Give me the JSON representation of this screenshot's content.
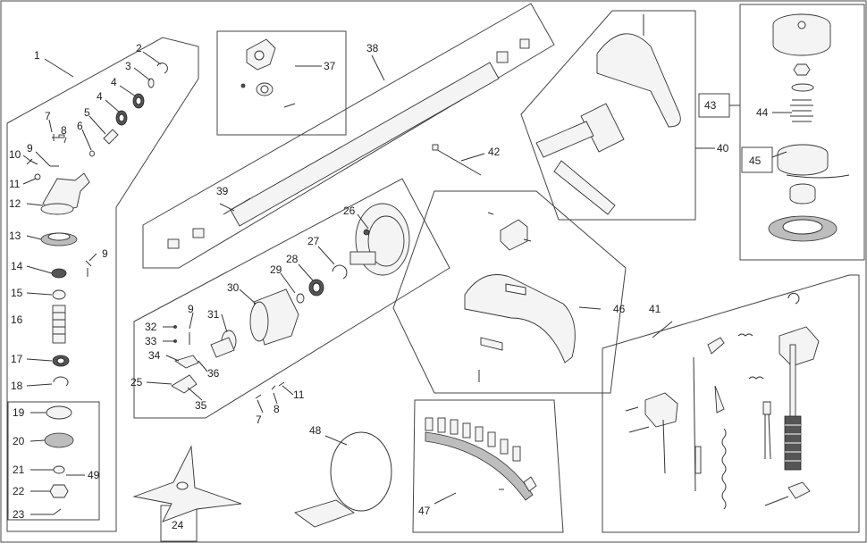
{
  "labels": {
    "p1": "1",
    "p2": "2",
    "p3": "3",
    "p4a": "4",
    "p4b": "4",
    "p5": "5",
    "p6": "6",
    "p7a": "7",
    "p7b": "7",
    "p8a": "8",
    "p8b": "8",
    "p9a": "9",
    "p9b": "9",
    "p9c": "9",
    "p10": "10",
    "p11a": "11",
    "p11b": "11",
    "p12": "12",
    "p13": "13",
    "p14": "14",
    "p15": "15",
    "p16": "16",
    "p17": "17",
    "p18": "18",
    "p19": "19",
    "p20": "20",
    "p21": "21",
    "p22": "22",
    "p23": "23",
    "p24": "24",
    "p25": "25",
    "p26": "26",
    "p27": "27",
    "p28": "28",
    "p29": "29",
    "p30": "30",
    "p31": "31",
    "p32": "32",
    "p33": "33",
    "p34": "34",
    "p35": "35",
    "p36": "36",
    "p37": "37",
    "p38": "38",
    "p39": "39",
    "p40": "40",
    "p41": "41",
    "p42": "42",
    "p43": "43",
    "p44": "44",
    "p45": "45",
    "p46": "46",
    "p47": "47",
    "p48": "48",
    "p49": "49"
  }
}
